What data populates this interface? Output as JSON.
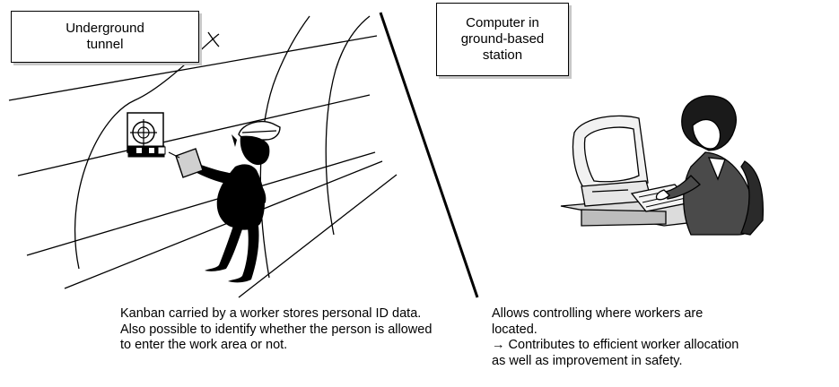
{
  "left_panel": {
    "label_lines": [
      "Underground",
      "tunnel"
    ],
    "caption_lines": [
      "Kanban carried by a worker stores personal ID data.",
      "Also possible to identify whether the person is allowed",
      "to enter the work area or not."
    ]
  },
  "right_panel": {
    "label_lines": [
      "Computer in",
      "ground-based",
      "station"
    ],
    "caption_lines": [
      "Allows controlling where workers are",
      "located.",
      "→ Contributes to efficient worker allocation",
      "as well as improvement in safety."
    ]
  }
}
